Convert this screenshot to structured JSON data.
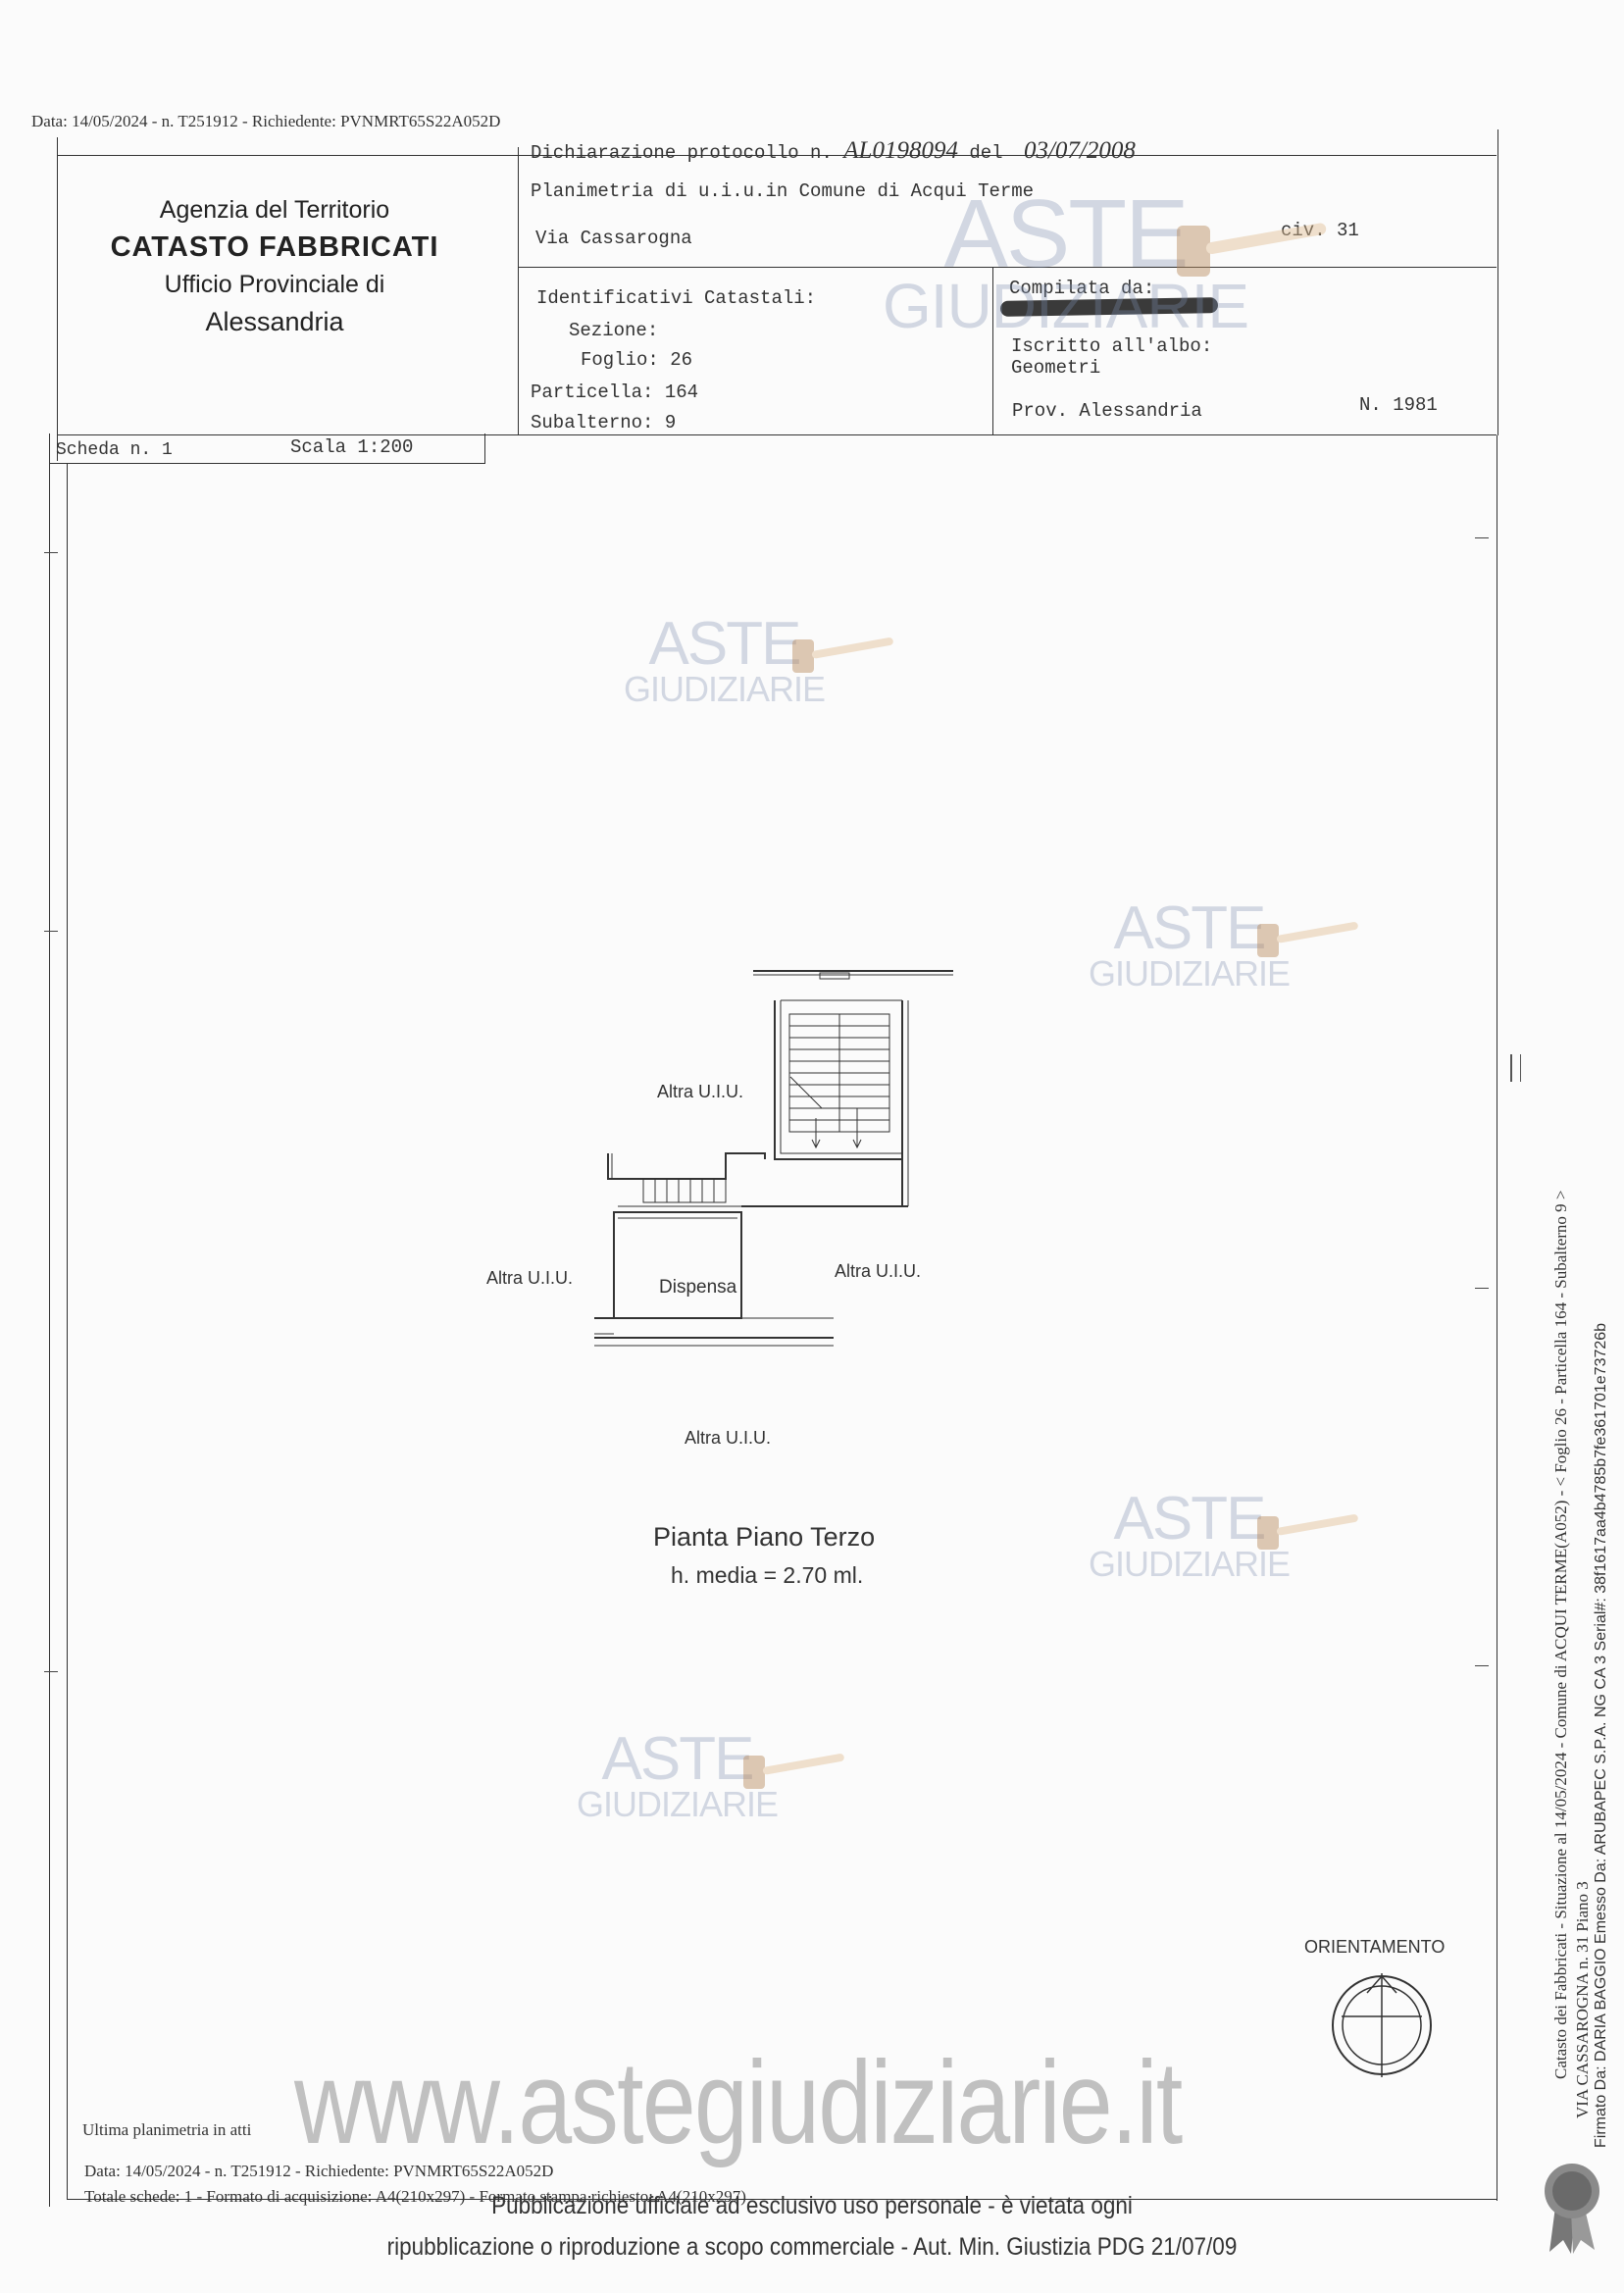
{
  "top_request_line": "Data: 14/05/2024 - n. T251912 - Richiedente: PVNMRT65S22A052D",
  "agency": {
    "line1": "Agenzia del Territorio",
    "line2": "CATASTO FABBRICATI",
    "line3": "Ufficio Provinciale di",
    "line4": "Alessandria"
  },
  "declaration": {
    "prefix": "Dichiarazione protocollo n.",
    "protocol": "AL0198094",
    "del_label": "del",
    "date": "03/07/2008",
    "line2": "Planimetria di u.i.u.in Comune di Acqui Terme",
    "street": "Via Cassarogna",
    "civic": "civ. 31"
  },
  "identifiers": {
    "heading": "Identificativi Catastali:",
    "sezione_label": "Sezione:",
    "foglio_label": "Foglio:",
    "foglio_value": "26",
    "particella_label": "Particella:",
    "particella_value": "164",
    "subalterno_label": "Subalterno:",
    "subalterno_value": "9"
  },
  "compiler": {
    "compilata": "Compilata da:",
    "iscritto": "Iscritto all'albo:",
    "albo": "Geometri",
    "prov": "Prov. Alessandria",
    "number": "N. 1981"
  },
  "scheda": {
    "label": "Scheda n. 1",
    "scale": "Scala 1:200"
  },
  "plan": {
    "rooms": {
      "top": "Altra U.I.U.",
      "left": "Altra U.I.U.",
      "center": "Dispensa",
      "right": "Altra U.I.U.",
      "bottom": "Altra U.I.U."
    },
    "title": "Pianta Piano Terzo",
    "height": "h. media = 2.70 ml."
  },
  "orientation_label": "ORIENTAMENTO",
  "watermark": {
    "word1": "ASTE",
    "word2": "GIUDIZIARIE",
    "site": "www.astegiudiziarie.it"
  },
  "footer": {
    "ultima": "Ultima planimetria in atti",
    "request_line": "Data: 14/05/2024 - n. T251912 - Richiedente: PVNMRT65S22A052D",
    "totale": "Totale schede: 1 - Formato di acquisizione: A4(210x297) - Formato stampa richiesto: A4(210x297)",
    "notice1": "Pubblicazione ufficiale ad esclusivo uso personale - è vietata ogni",
    "notice2": "ripubblicazione o riproduzione a scopo commerciale - Aut. Min. Giustizia PDG 21/07/09"
  },
  "side_text": {
    "line1": "Catasto dei Fabbricati - Situazione al 14/05/2024 - Comune di ACQUI TERME(A052) - < Foglio 26 - Particella 164 - Subalterno 9 >",
    "line2": "VIA CASSAROGNA n. 31 Piano 3",
    "line3": "Firmato Da: DARIA BAGGIO Emesso Da: ARUBAPEC S.P.A. NG CA 3 Serial#: 38f1617aa4b4785b7fe361701e73726b"
  }
}
